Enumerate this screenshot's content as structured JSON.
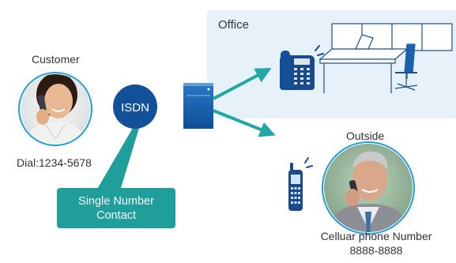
{
  "office": {
    "label": "Office"
  },
  "outside": {
    "label": "Outside"
  },
  "customer": {
    "label": "Customer",
    "dial": "Dial:1234-5678"
  },
  "isdn": {
    "label": "ISDN"
  },
  "callout": {
    "line1": "Single Number",
    "line2": "Contact"
  },
  "cellular": {
    "line1": "Celluar phone Number",
    "line2": "8888-8888"
  },
  "colors": {
    "office_bg": "#e6f1fa",
    "navy": "#13509a",
    "teal": "#1f9e9b",
    "arrow": "#21a8a5",
    "text": "#333333"
  },
  "icons": [
    "customer-photo",
    "isdn-node",
    "pbx-server-icon",
    "desk-phone-icon",
    "office-desk-illustration",
    "mobile-phone-icon",
    "outside-person-photo"
  ]
}
